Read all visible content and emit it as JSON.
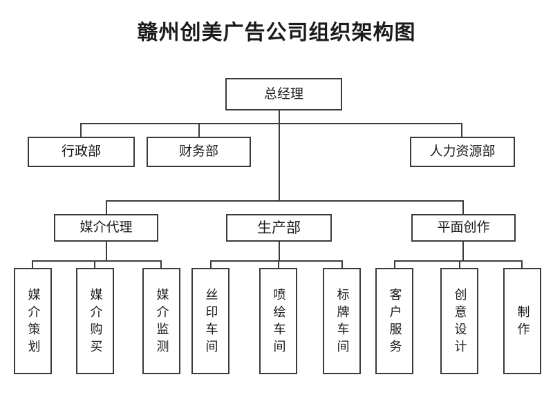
{
  "document": {
    "title": "赣州创美广告公司组织架构图",
    "type": "organizational-chart",
    "company": "赣州创美广告公司"
  },
  "colors": {
    "background": "#ffffff",
    "box_border": "#3a3a3a",
    "line": "#3a3a3a",
    "text": "#1a1a1a",
    "title_text": "#1b1b1b"
  },
  "org": {
    "root": {
      "label": "总经理"
    },
    "level2": [
      {
        "label": "行政部"
      },
      {
        "label": "财务部"
      },
      {
        "label": "人力资源部"
      }
    ],
    "level3": [
      {
        "label": "媒介代理",
        "children": [
          {
            "label": "媒介策划"
          },
          {
            "label": "媒介购买"
          },
          {
            "label": "媒介监测"
          }
        ]
      },
      {
        "label": "生产部",
        "children": [
          {
            "label": "丝印车间"
          },
          {
            "label": "喷绘车间"
          },
          {
            "label": "标牌车间"
          }
        ]
      },
      {
        "label": "平面创作",
        "children": [
          {
            "label": "客户服务"
          },
          {
            "label": "创意设计"
          },
          {
            "label": "制作"
          }
        ]
      }
    ]
  }
}
